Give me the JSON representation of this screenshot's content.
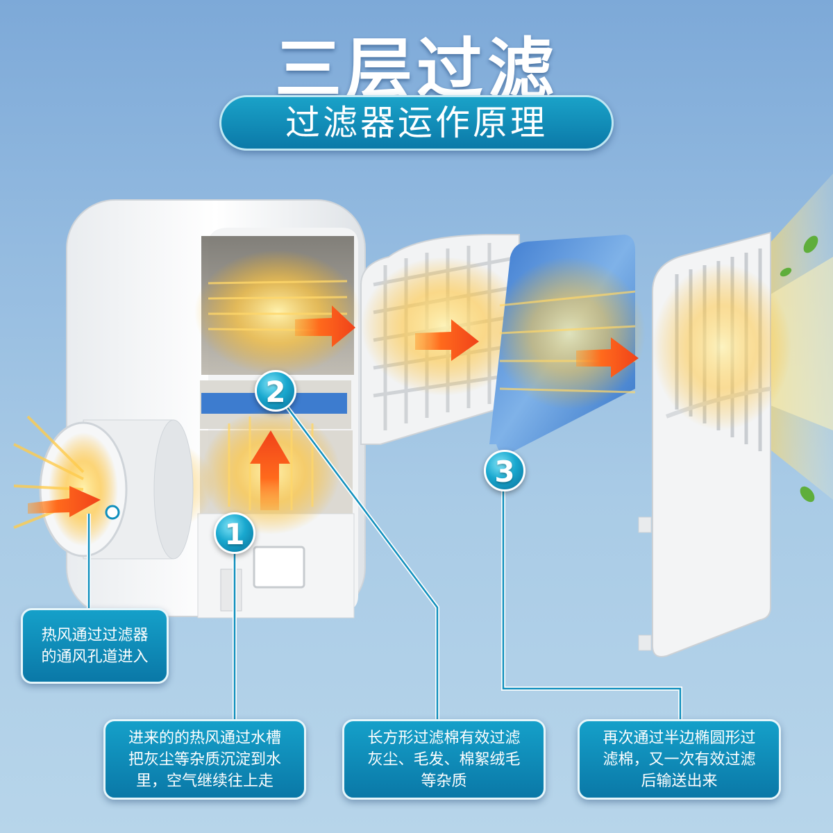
{
  "header": {
    "title": "三层过滤",
    "subtitle": "过滤器运作原理"
  },
  "steps": [
    {
      "number": "1"
    },
    {
      "number": "2"
    },
    {
      "number": "3"
    }
  ],
  "callouts": {
    "inlet": [
      "热风通过过滤器",
      "的通风孔道进入"
    ],
    "step1": [
      "进来的的热风通过水槽",
      "把灰尘等杂质沉淀到水",
      "里，空气继续往上走"
    ],
    "step2": [
      "长方形过滤棉有效过滤",
      "灰尘、毛发、棉絮绒毛",
      "等杂质"
    ],
    "step3": [
      "再次通过半边椭圆形过",
      "滤棉，又一次有效过滤",
      "后输送出来"
    ]
  },
  "colors": {
    "accent": "#0f8fbd",
    "arrow": "#f05a1e",
    "filter_cotton": "#4e8fd6",
    "airflow": "#ffc640"
  }
}
